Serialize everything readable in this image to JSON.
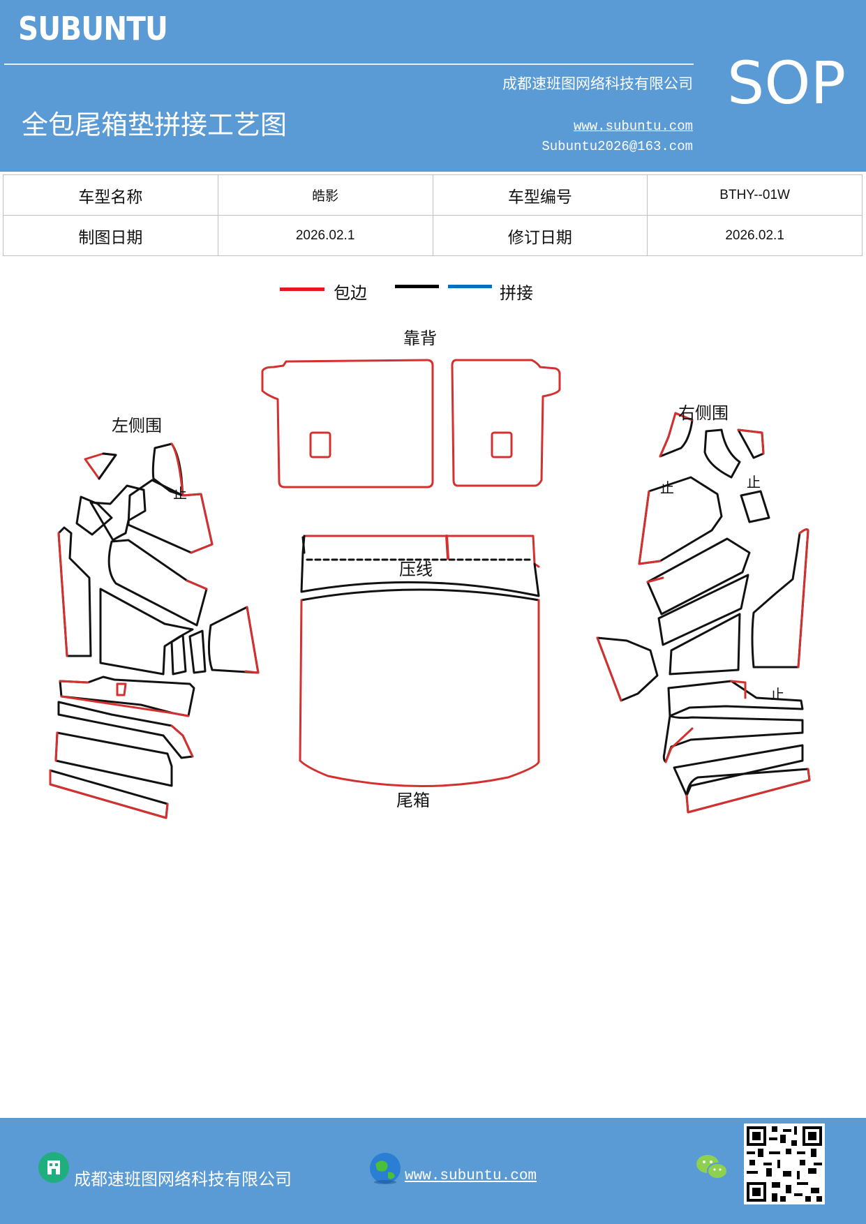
{
  "header": {
    "logo": "SUBUNTU",
    "company": "成都速班图网络科技有限公司",
    "title": "全包尾箱垫拼接工艺图",
    "website": "www.subuntu.com",
    "email": "Subuntu2026@163.com",
    "badge": "SOP"
  },
  "info_table": {
    "rows": [
      [
        "车型名称",
        "皓影",
        "车型编号",
        "BTHY--01W"
      ],
      [
        "制图日期",
        "2026.02.1",
        "修订日期",
        "2026.02.1"
      ]
    ]
  },
  "legend": {
    "items": [
      {
        "label": "包边",
        "color": "#e8141b"
      },
      {
        "label": "",
        "color": "#000000"
      },
      {
        "label": "拼接",
        "color": "#0070c0"
      }
    ]
  },
  "diagram": {
    "labels": {
      "backrest": "靠背",
      "left_side": "左侧围",
      "right_side": "右侧围",
      "press_line": "压线",
      "trunk": "尾箱",
      "mark": "止"
    },
    "colors": {
      "edge": "#d53030",
      "outline": "#111111"
    }
  },
  "footer": {
    "company": "成都速班图网络科技有限公司",
    "website": "www.subuntu.com",
    "icons": [
      "building-icon",
      "globe-icon",
      "wechat-icon",
      "qr-code"
    ]
  }
}
